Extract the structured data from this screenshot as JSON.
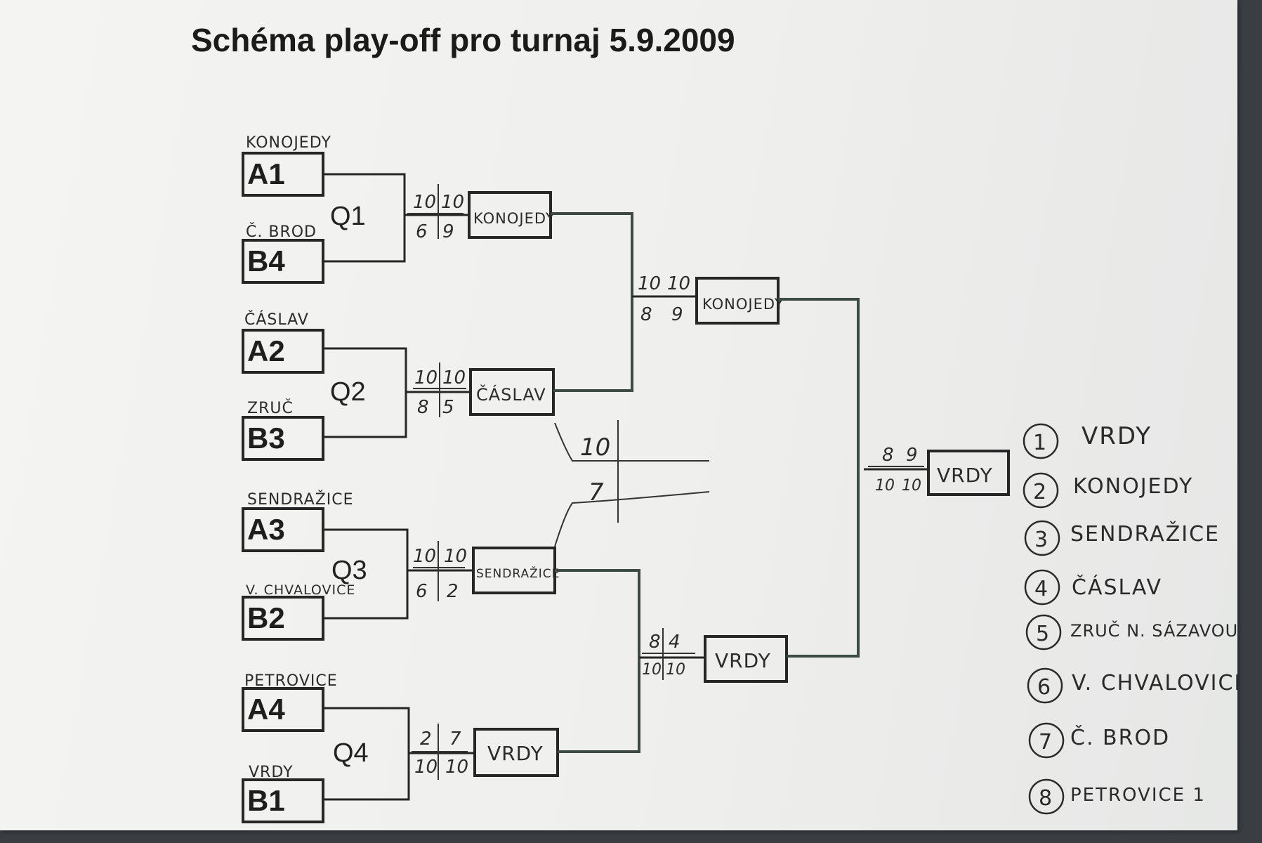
{
  "title": "Schéma play-off pro turnaj 5.9.2009",
  "seeds": {
    "a1": {
      "seed": "A1",
      "team": "KONOJEDY"
    },
    "b4": {
      "seed": "B4",
      "team": "Č. BROD"
    },
    "a2": {
      "seed": "A2",
      "team": "ČÁSLAV"
    },
    "b3": {
      "seed": "B3",
      "team": "ZRUČ"
    },
    "a3": {
      "seed": "A3",
      "team": "SENDRAŽICE"
    },
    "b2": {
      "seed": "B2",
      "team": "V. CHVALOVICE"
    },
    "a4": {
      "seed": "A4",
      "team": "PETROVICE"
    },
    "b1": {
      "seed": "B1",
      "team": "VRDY"
    }
  },
  "quarterfinals": {
    "q1": {
      "label": "Q1",
      "score_top": [
        "10",
        "10"
      ],
      "score_bottom": [
        "6",
        "9"
      ],
      "winner": "KONOJEDY"
    },
    "q2": {
      "label": "Q2",
      "score_top": [
        "10",
        "10"
      ],
      "score_bottom": [
        "8",
        "5"
      ],
      "winner": "ČÁSLAV"
    },
    "q3": {
      "label": "Q3",
      "score_top": [
        "10",
        "10"
      ],
      "score_bottom": [
        "6",
        "2"
      ],
      "winner": "SENDRAŽICE"
    },
    "q4": {
      "label": "Q4",
      "score_top": [
        "2",
        "7"
      ],
      "score_bottom": [
        "10",
        "10"
      ],
      "winner": "VRDY"
    }
  },
  "semifinals": {
    "s1": {
      "score_top": [
        "10",
        "10"
      ],
      "score_bottom": [
        "8",
        "9"
      ],
      "winner": "KONOJEDY"
    },
    "s2": {
      "score_top": [
        "8",
        "4"
      ],
      "score_bottom": [
        "10",
        "10"
      ],
      "winner": "VRDY"
    }
  },
  "third_place": {
    "score_top": "10",
    "score_bottom": "7"
  },
  "final": {
    "score_top": [
      "8",
      "9"
    ],
    "score_bottom": [
      "10",
      "10"
    ],
    "winner": "VRDY"
  },
  "ranking": [
    {
      "place": "1",
      "team": "VRDY"
    },
    {
      "place": "2",
      "team": "KONOJEDY"
    },
    {
      "place": "3",
      "team": "SENDRAŽICE"
    },
    {
      "place": "4",
      "team": "ČÁSLAV"
    },
    {
      "place": "5",
      "team": "ZRUČ N. SÁZAVOU"
    },
    {
      "place": "6",
      "team": "V. CHVALOVICE"
    },
    {
      "place": "7",
      "team": "Č. BROD"
    },
    {
      "place": "8",
      "team": "PETROVICE 1"
    }
  ]
}
